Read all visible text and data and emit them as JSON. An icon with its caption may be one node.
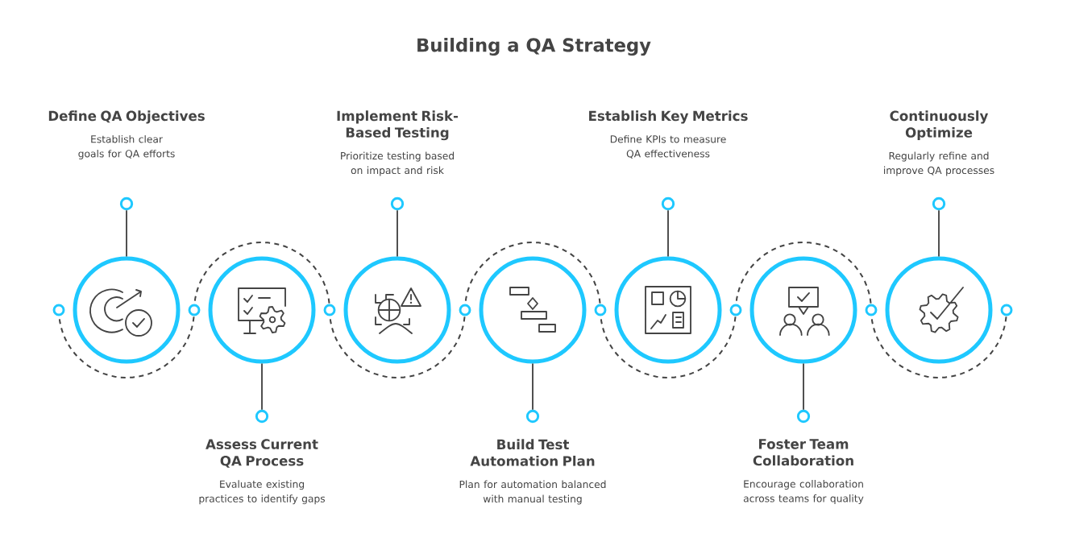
{
  "diagram": {
    "title": "Building a QA Strategy",
    "nodes": [
      {
        "text": [
          "Define QA Objectives",
          "Establish clear goals for QA efforts"
        ]
      },
      {
        "text": [],
        "shape": "circle"
      },
      {
        "text": [],
        "shape": "circle"
      },
      {
        "text": [
          "Assess Current QA Process",
          "Evaluate existing practices to identify gaps"
        ]
      },
      {
        "text": [],
        "shape": "circle"
      },
      {
        "text": [],
        "shape": "circle"
      },
      {
        "text": [
          "Implement Risk-Based Testing",
          "Prioritize testing based on impact and risk"
        ]
      },
      {
        "text": [],
        "shape": "circle"
      },
      {
        "text": [],
        "shape": "circle"
      },
      {
        "text": [
          "Build Test Automation Plan",
          "Plan for automation balanced with manual testing"
        ]
      },
      {
        "text": [],
        "shape": "circle"
      },
      {
        "text": [],
        "shape": "circle"
      },
      {
        "text": [
          "Establish Key Metrics",
          "Define KPIs to measure QA effectiveness"
        ]
      },
      {
        "text": [],
        "shape": "circle"
      },
      {
        "text": [],
        "shape": "circle"
      },
      {
        "text": [
          "Foster Team Collaboration",
          "Encourage collaboration across teams for quality"
        ]
      },
      {
        "text": [],
        "shape": "circle"
      },
      {
        "text": [],
        "shape": "circle"
      },
      {
        "text": [
          "Continuously Optimize",
          "Regularly refine and improve QA processes"
        ]
      },
      {
        "text": [],
        "shape": "circle"
      },
      {
        "text": [],
        "shape": "circle"
      }
    ],
    "edges": [
      {
        "from": 1,
        "to": 2,
        "arrow": "none"
      },
      {
        "from": 4,
        "to": 5,
        "arrow": "none"
      },
      {
        "from": 7,
        "to": 8,
        "arrow": "none"
      },
      {
        "from": 10,
        "to": 11,
        "arrow": "none"
      },
      {
        "from": 13,
        "to": 14,
        "arrow": "none"
      },
      {
        "from": 16,
        "to": 17,
        "arrow": "none"
      },
      {
        "from": 19,
        "to": 20,
        "arrow": "none"
      }
    ]
  }
}
